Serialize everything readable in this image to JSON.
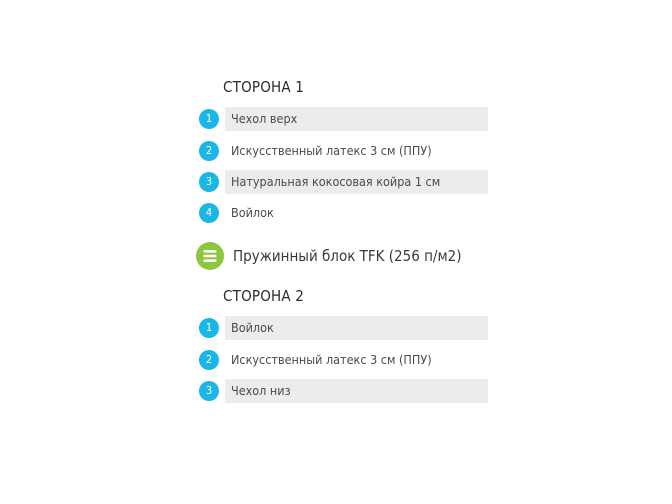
{
  "side1": {
    "title": "СТОРОНА 1",
    "layers": [
      {
        "num": "1",
        "label": "Чехол верх"
      },
      {
        "num": "2",
        "label": "Искусственный латекс 3 см (ППУ)"
      },
      {
        "num": "3",
        "label": "Натуральная кокосовая койра 1 см"
      },
      {
        "num": "4",
        "label": "Войлок"
      }
    ]
  },
  "spring": {
    "label": "Пружинный блок TFK (256 п/м2)",
    "icon": "spring-block-icon"
  },
  "side2": {
    "title": "СТОРОНА 2",
    "layers": [
      {
        "num": "1",
        "label": "Войлок"
      },
      {
        "num": "2",
        "label": "Искусственный латекс 3 см (ППУ)"
      },
      {
        "num": "3",
        "label": "Чехол низ"
      }
    ]
  },
  "colors": {
    "badge": "#19b6e6",
    "spring_icon": "#8dc63f",
    "bar": "#ececec"
  }
}
